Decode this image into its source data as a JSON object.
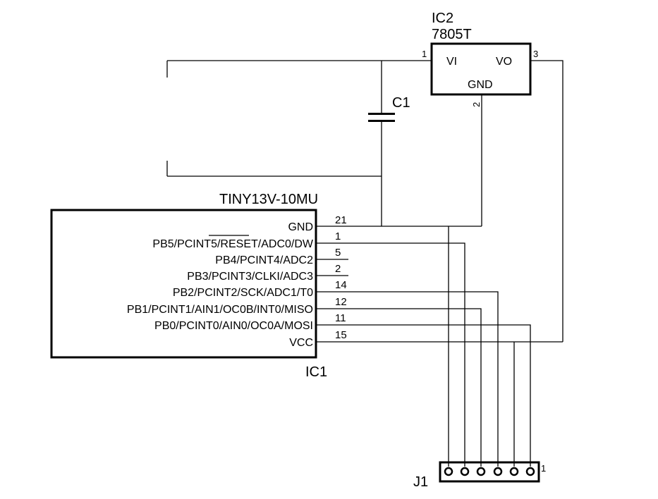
{
  "ic2": {
    "ref": "IC2",
    "value": "7805T",
    "vi": "VI",
    "vo": "VO",
    "gnd": "GND",
    "pin_vi": "1",
    "pin_vo": "3",
    "pin_gnd": "2"
  },
  "c1": {
    "ref": "C1"
  },
  "ic1": {
    "ref": "IC1",
    "value": "TINY13V-10MU",
    "pins": [
      {
        "name": "GND",
        "number": "21"
      },
      {
        "name": "PB5/PCINT5/RESET/ADC0/DW",
        "number": "1"
      },
      {
        "name": "PB4/PCINT4/ADC2",
        "number": "5"
      },
      {
        "name": "PB3/PCINT3/CLKI/ADC3",
        "number": "2"
      },
      {
        "name": "PB2/PCINT2/SCK/ADC1/T0",
        "number": "14"
      },
      {
        "name": "PB1/PCINT1/AIN1/OC0B/INT0/MISO",
        "number": "12"
      },
      {
        "name": "PB0/PCINT0/AIN0/OC0A/MOSI",
        "number": "11"
      },
      {
        "name": "VCC",
        "number": "15"
      }
    ]
  },
  "j1": {
    "ref": "J1",
    "pin1": "1"
  }
}
